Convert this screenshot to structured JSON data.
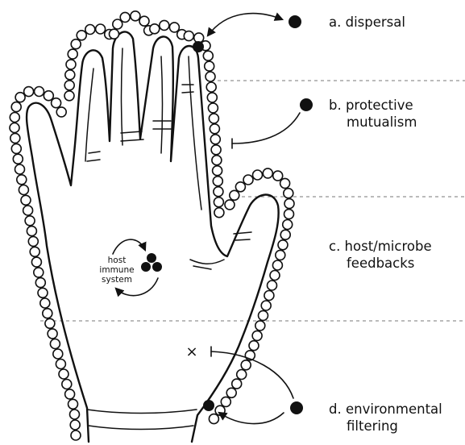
{
  "labels": {
    "a": "a. dispersal",
    "b_line1": "b. protective",
    "b_line2": "mutualism",
    "c_line1": "c. host/microbe",
    "c_line2": "feedbacks",
    "d_line1": "d. environmental",
    "d_line2": "filtering"
  },
  "host_immune": {
    "line1": "host",
    "line2": "immune",
    "line3": "system"
  },
  "symbols": {
    "exclusion": "×"
  },
  "colors": {
    "ink": "#111111",
    "divider": "#777777"
  }
}
